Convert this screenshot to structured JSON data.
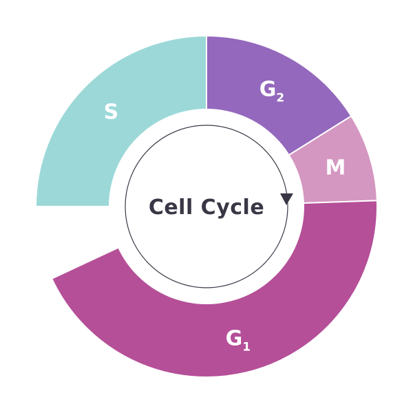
{
  "diagram": {
    "center_title": "Cell Cycle",
    "colors": {
      "background": "#ffffff",
      "inner_ring": "#ffffff",
      "center_fill": "#ffffff",
      "circle_stroke": "#3a3645",
      "text_dark": "#3a3645",
      "text_light": "#ffffff"
    },
    "phases": [
      {
        "id": "s",
        "label": "S",
        "sub": "",
        "start_deg": 180,
        "end_deg": 270,
        "color": "#9cd8d8"
      },
      {
        "id": "g2",
        "label": "G",
        "sub": "2",
        "start_deg": 270,
        "end_deg": 328,
        "color": "#9468bd"
      },
      {
        "id": "m",
        "label": "M",
        "sub": "",
        "start_deg": 328,
        "end_deg": 358,
        "color": "#d497c1"
      },
      {
        "id": "g1",
        "label": "G",
        "sub": "1",
        "start_deg": 358,
        "end_deg": 515,
        "color": "#b54f98"
      }
    ]
  }
}
